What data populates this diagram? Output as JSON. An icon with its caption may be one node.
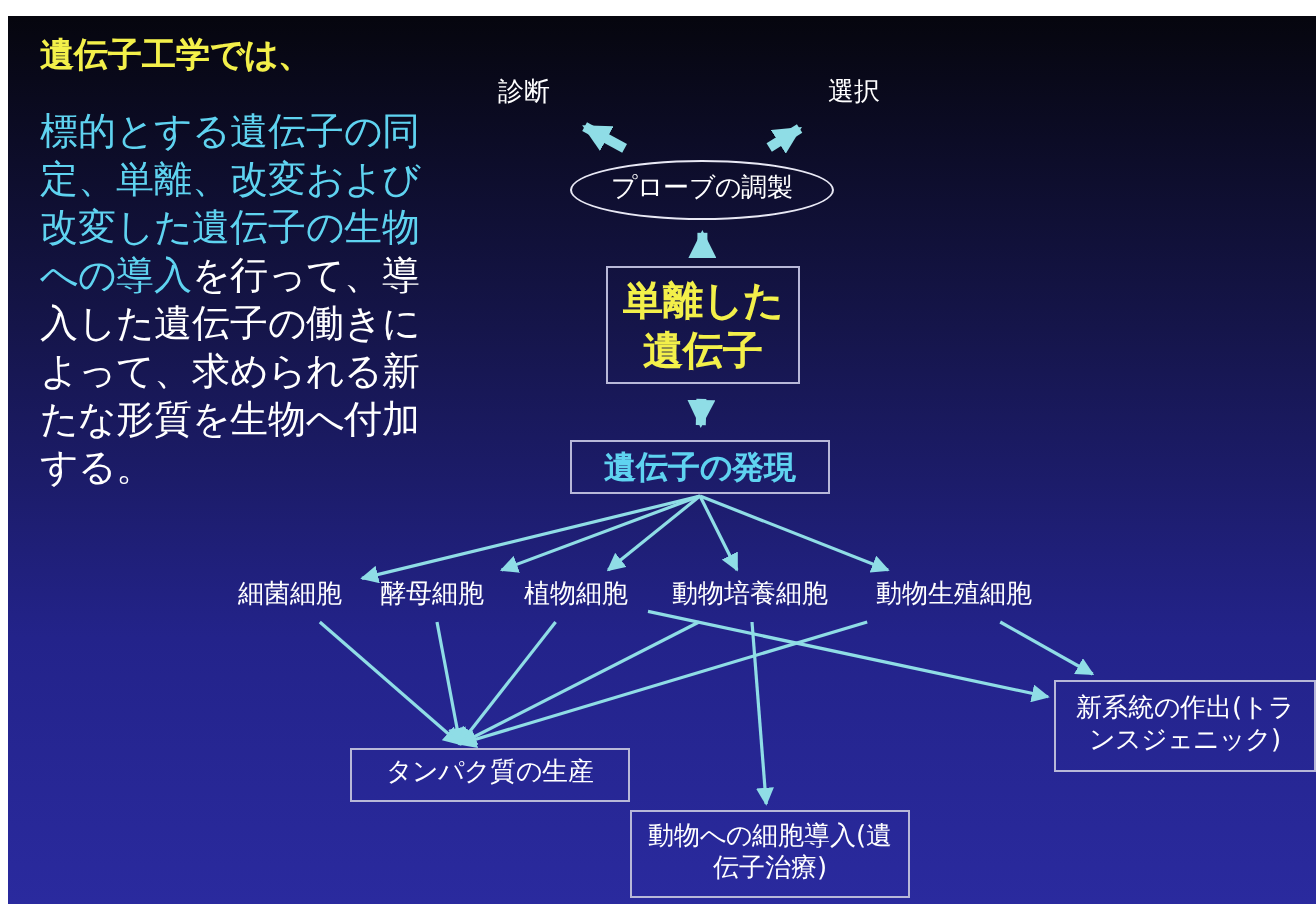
{
  "diagram": {
    "title": "遺伝子工学では、",
    "nodes": [
      {
        "text": [
          "診断"
        ]
      },
      {
        "text": [
          "選択"
        ]
      },
      {
        "text": [
          "プローブの調製"
        ]
      },
      {
        "text": [
          "単離した遺伝子"
        ]
      },
      {
        "text": [
          "遺伝子の発現"
        ]
      },
      {
        "text": [
          "細菌細胞"
        ]
      },
      {
        "text": [
          "酵母細胞"
        ]
      },
      {
        "text": [
          "植物細胞"
        ]
      },
      {
        "text": [
          "動物培養細胞"
        ]
      },
      {
        "text": [
          "動物生殖細胞"
        ]
      },
      {
        "text": [
          "新系統の作出(トランスジェニック)"
        ]
      },
      {
        "text": [
          "タンパク質の生産"
        ]
      },
      {
        "text": [
          "動物への細胞導入(遺伝子治療)"
        ]
      }
    ],
    "edges": [
      {
        "from": 2,
        "to": 0,
        "arrow": "to",
        "style": "thick"
      },
      {
        "from": 2,
        "to": 1,
        "arrow": "to",
        "style": "thick"
      },
      {
        "from": 3,
        "to": 2,
        "arrow": "to",
        "style": "thick"
      },
      {
        "from": 3,
        "to": 4,
        "arrow": "to",
        "style": "thick"
      },
      {
        "from": 4,
        "to": 5,
        "arrow": "to"
      },
      {
        "from": 4,
        "to": 6,
        "arrow": "to"
      },
      {
        "from": 4,
        "to": 7,
        "arrow": "to"
      },
      {
        "from": 4,
        "to": 8,
        "arrow": "to"
      },
      {
        "from": 4,
        "to": 9,
        "arrow": "to"
      },
      {
        "from": 5,
        "to": 11,
        "arrow": "to"
      },
      {
        "from": 6,
        "to": 11,
        "arrow": "to"
      },
      {
        "from": 7,
        "to": 11,
        "arrow": "to"
      },
      {
        "from": 8,
        "to": 11,
        "arrow": "to"
      },
      {
        "from": 9,
        "to": 11,
        "arrow": "to"
      },
      {
        "from": 7,
        "to": 10,
        "arrow": "to"
      },
      {
        "from": 9,
        "to": 10,
        "arrow": "to"
      },
      {
        "from": 8,
        "to": 12,
        "arrow": "to"
      }
    ],
    "labels": [
      "標的とする遺伝子の同定、単離、改変および改変した遺伝子の生物への導入",
      "を行って、導入した遺伝子の働きによって、求められる新たな形質を生物へ付加する。"
    ]
  }
}
